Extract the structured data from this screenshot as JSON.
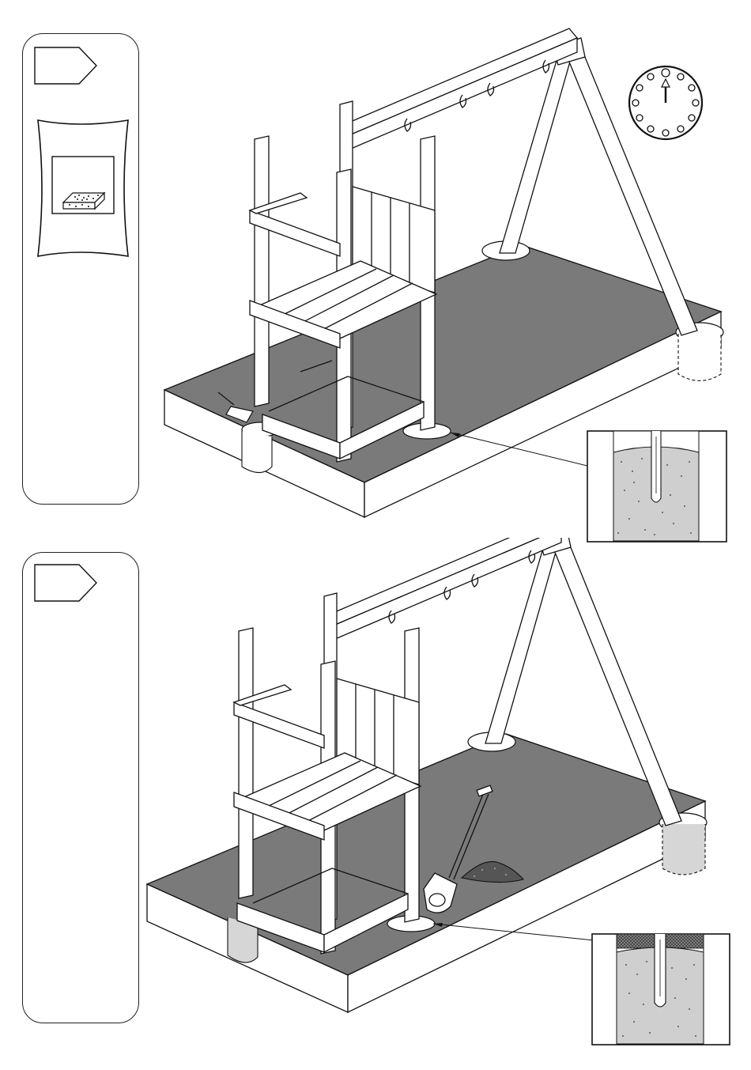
{
  "document": {
    "type": "assembly-instructions-page",
    "steps": [
      {
        "step_number_tag": "",
        "sidebar_icon": "concrete-bag-icon",
        "extra_icon": "clock-12-hours-icon",
        "tool_icon": "trowel-icon",
        "detail_callout": "post-set-in-concrete-detail"
      },
      {
        "step_number_tag": "",
        "sidebar_icon": "",
        "tool_icon": "shovel-icon",
        "extra_icon": "soil-pile-icon",
        "detail_callout": "post-covered-with-soil-detail"
      }
    ],
    "colors": {
      "ground": "#7a7a7a",
      "line": "#1a1a1a",
      "wood": "#ffffff",
      "concrete": "#d6d6d6",
      "soil": "#555555"
    }
  }
}
